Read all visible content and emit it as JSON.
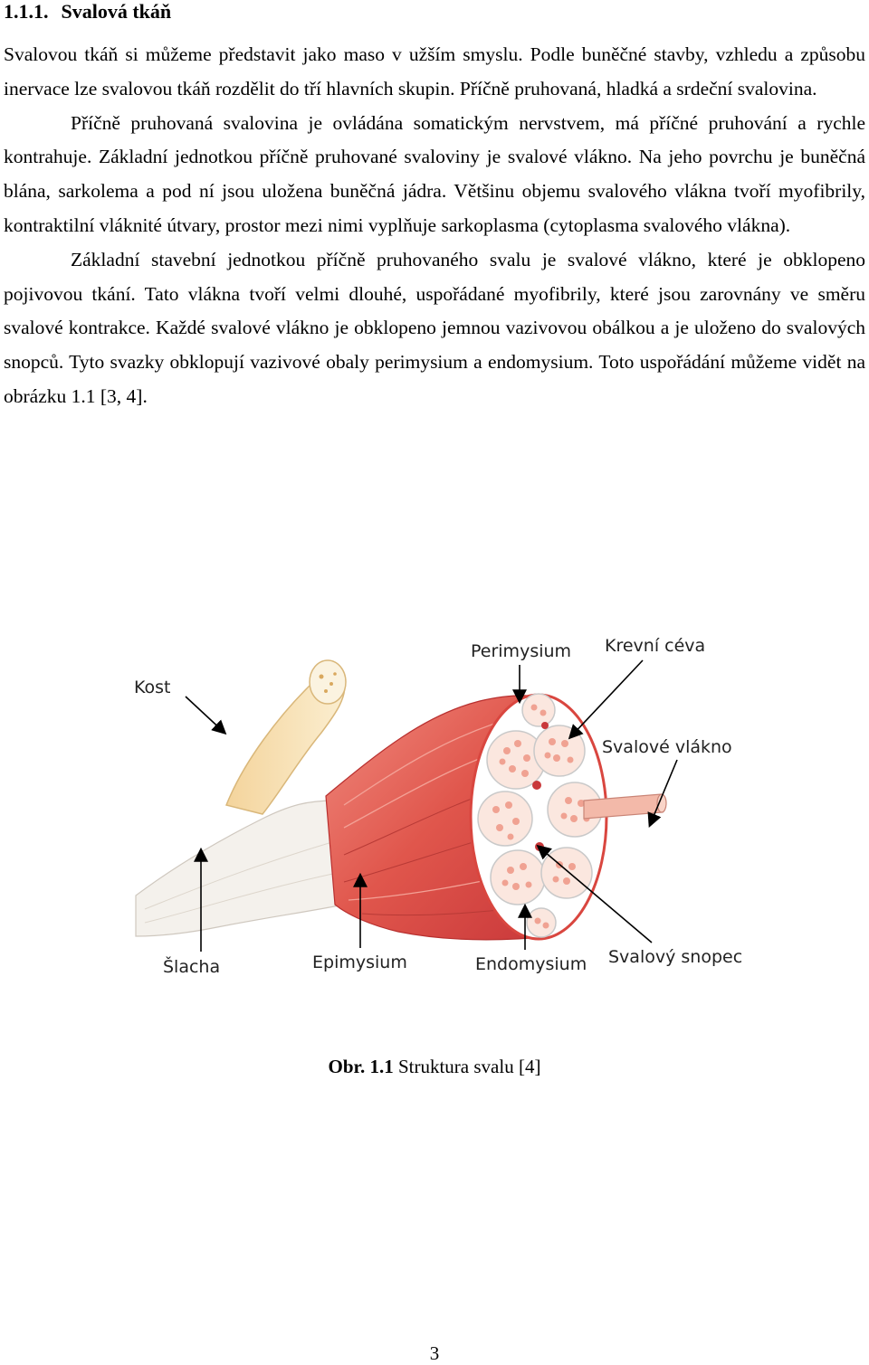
{
  "section": {
    "number": "1.1.1.",
    "title": "Svalová tkáň"
  },
  "paragraphs": [
    "Svalovou tkáň si můžeme představit jako maso v užším smyslu. Podle buněčné stavby, vzhledu a způsobu inervace lze svalovou tkáň rozdělit do tří hlavních skupin. Příčně pruhovaná, hladká a srdeční svalovina.",
    "Příčně pruhovaná svalovina je ovládána somatickým nervstvem, má příčné pruhování a rychle kontrahuje. Základní jednotkou příčně pruhované svaloviny je svalové vlákno. Na jeho povrchu je buněčná blána, sarkolema a pod ní jsou uložena buněčná jádra. Většinu objemu svalového vlákna tvoří myofibrily, kontraktilní vláknité útvary, prostor mezi nimi vyplňuje sarkoplasma (cytoplasma svalového vlákna).",
    "Základní stavební jednotkou příčně pruhovaného svalu je svalové vlákno, které je obklopeno pojivovou tkání. Tato vlákna tvoří velmi dlouhé, uspořádané myofibrily, které jsou zarovnány ve směru svalové kontrakce. Každé svalové vlákno je obklopeno jemnou vazivovou obálkou a je uloženo do svalových snopců. Tyto svazky obklopují vazivové obaly perimysium a endomysium. Toto uspořádání můžeme vidět na obrázku 1.1 [3, 4]."
  ],
  "figure": {
    "labels": {
      "kost": "Kost",
      "perimysium": "Perimysium",
      "krevni_ceva": "Krevní céva",
      "svalove_vlakno": "Svalové vlákno",
      "slacha": "Šlacha",
      "epimysium": "Epimysium",
      "endomysium": "Endomysium",
      "svalovy_snopec": "Svalový snopec"
    },
    "colors": {
      "muscle": "#e0564c",
      "muscle_dark": "#c9383a",
      "muscle_light": "#f08a7e",
      "tendon": "#f4f1ec",
      "bone": "#f7e3b8",
      "fascicle": "#fbe7df",
      "fiber": "#f0a292",
      "vessel": "#f3b9a9"
    }
  },
  "caption": {
    "prefix": "Obr. 1.1",
    "text": "Struktura svalu [4]"
  },
  "page_number": "3"
}
